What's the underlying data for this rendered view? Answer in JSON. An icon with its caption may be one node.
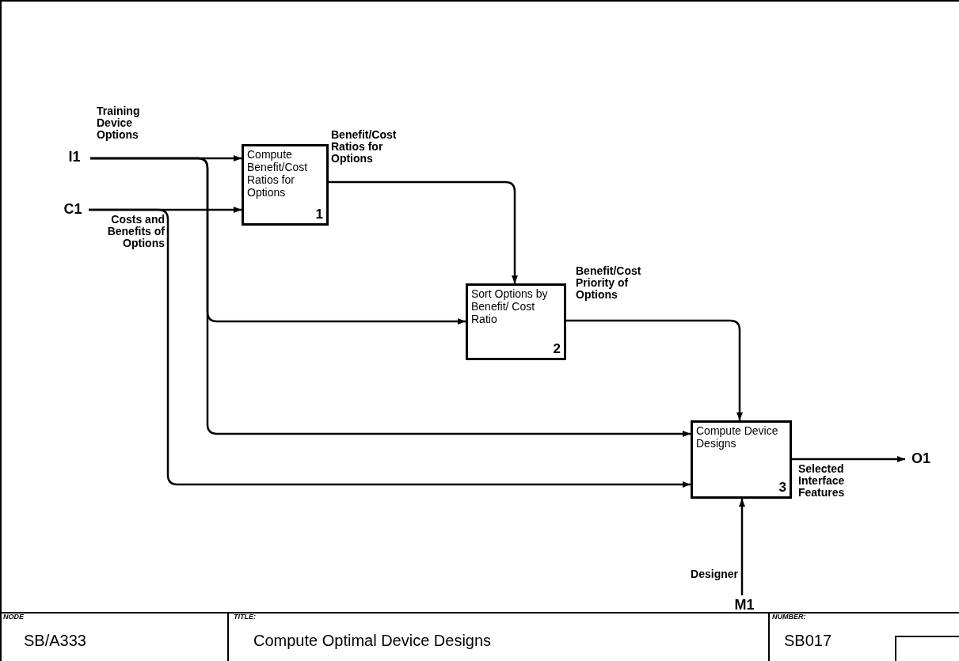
{
  "diagram": {
    "nodes": [
      {
        "text": [
          "I1"
        ]
      },
      {
        "text": [
          "C1"
        ]
      },
      {
        "text": [
          "Compute Benefit/Cost Ratios for Options",
          "1"
        ]
      },
      {
        "text": [
          "Sort Options by Benefit/ Cost Ratio",
          "2"
        ]
      },
      {
        "text": [
          "Compute Device Designs",
          "3"
        ]
      },
      {
        "text": [
          "O1"
        ]
      },
      {
        "text": [
          "M1"
        ]
      }
    ],
    "edges": [
      {
        "from": 0,
        "to": 2,
        "arrow": "to",
        "label": "Training Device Options"
      },
      {
        "from": 0,
        "to": 3,
        "arrow": "to"
      },
      {
        "from": 0,
        "to": 4,
        "arrow": "to"
      },
      {
        "from": 1,
        "to": 2,
        "arrow": "to",
        "label": "Costs and Benefits of Options"
      },
      {
        "from": 1,
        "to": 4,
        "arrow": "to"
      },
      {
        "from": 2,
        "to": 3,
        "arrow": "to",
        "label": "Benefit/Cost Ratios for Options"
      },
      {
        "from": 3,
        "to": 4,
        "arrow": "to",
        "label": "Benefit/Cost Priority of Options"
      },
      {
        "from": 4,
        "to": 5,
        "arrow": "to",
        "label": "Selected Interface Features"
      },
      {
        "from": 6,
        "to": 4,
        "arrow": "to",
        "label": "Designer"
      }
    ],
    "labels": [
      "NODE",
      "SB/A333",
      "TITLE:",
      "Compute Optimal Device Designs",
      "NUMBER:",
      "SB017"
    ]
  }
}
